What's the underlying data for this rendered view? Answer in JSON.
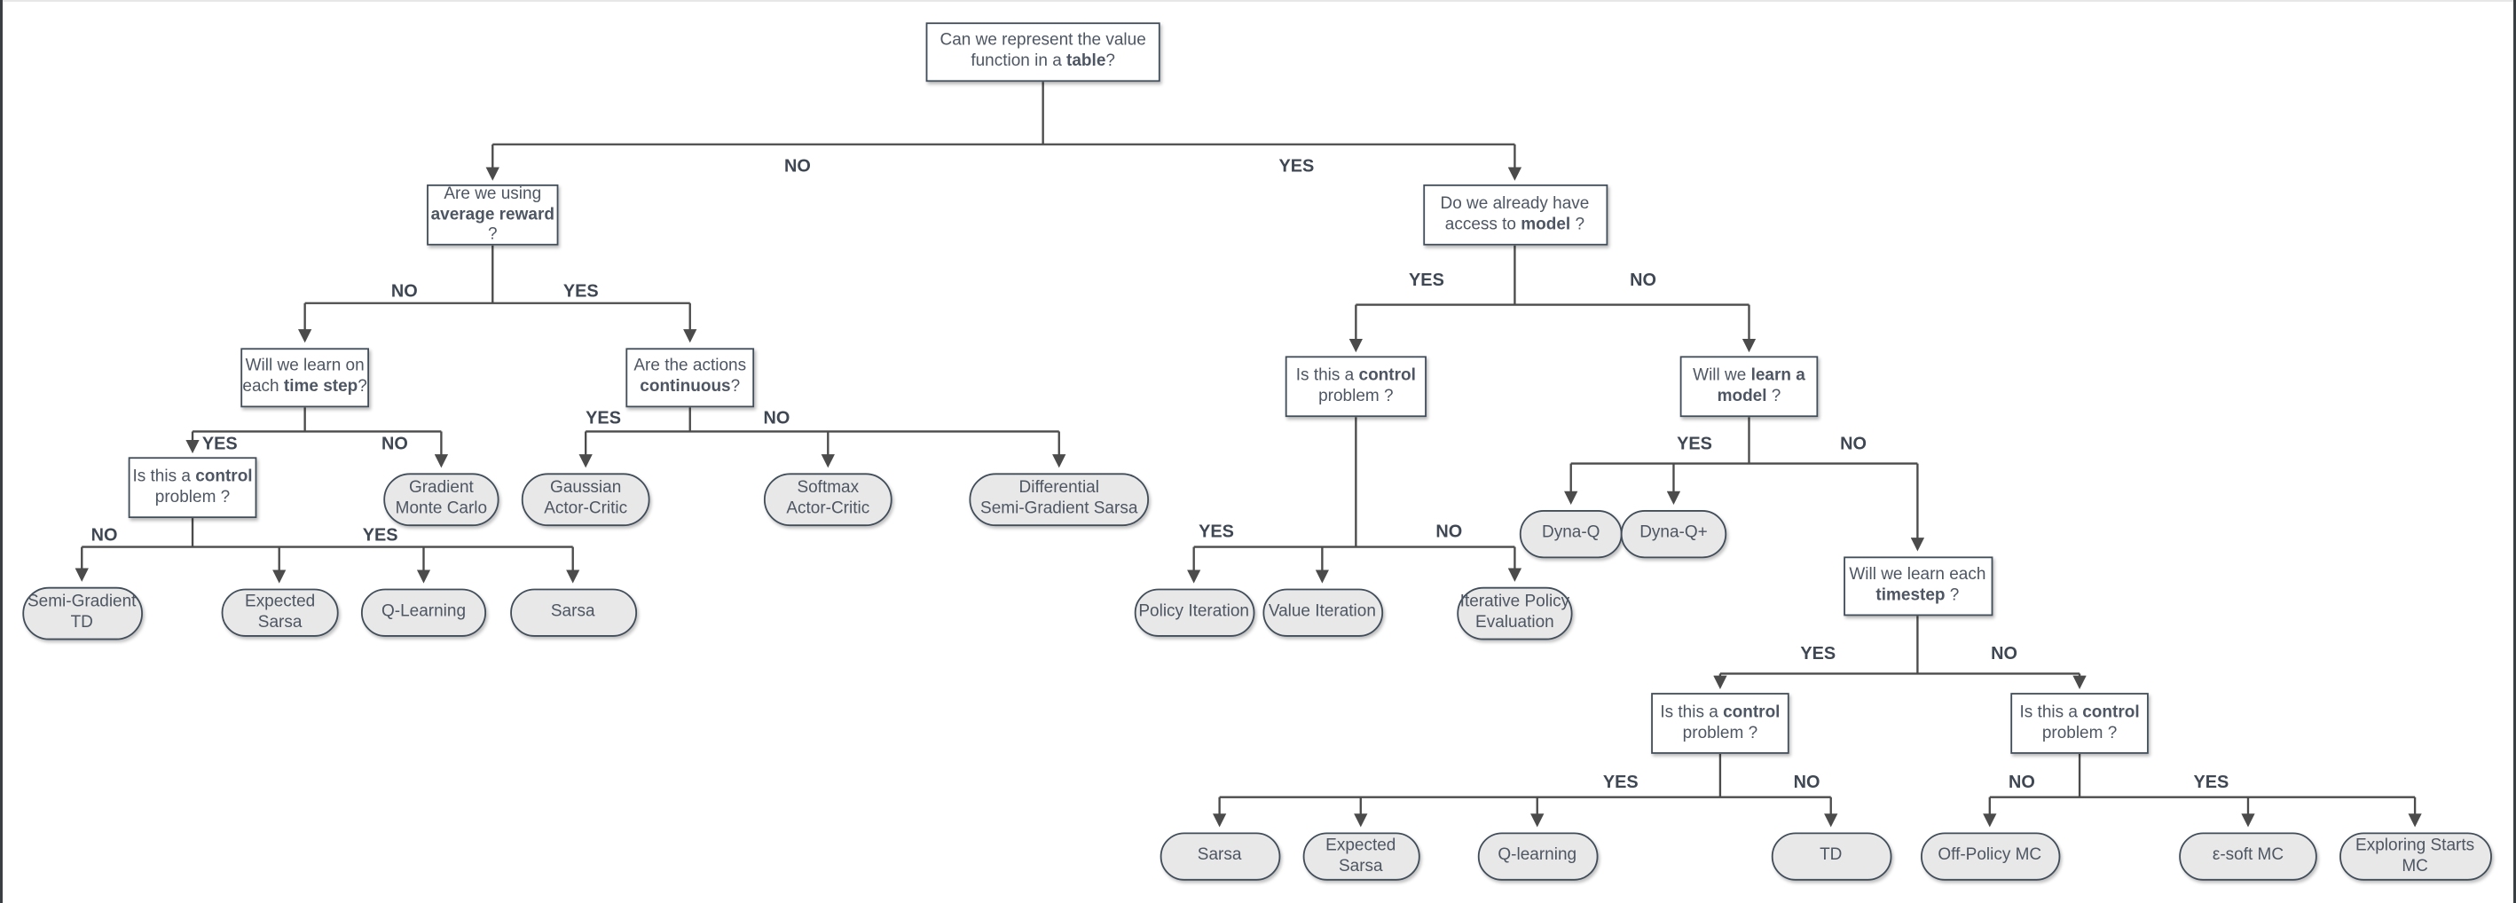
{
  "diagram": {
    "colors": {
      "node_border": "#414d59",
      "question_fill": "#ffffff",
      "terminal_fill": "#e8e8e8",
      "connector": "#4b4b4b",
      "node_text": "#4d5662",
      "label_text": "#3f4753"
    },
    "nodes": {
      "root": {
        "shape": "question",
        "segments": [
          {
            "t": "Can we represent the value\nfunction in a "
          },
          {
            "t": "table",
            "b": true
          },
          {
            "t": "?"
          }
        ]
      },
      "avg_reward": {
        "shape": "question",
        "segments": [
          {
            "t": "Are we using\n"
          },
          {
            "t": "average reward",
            "b": true
          },
          {
            "t": "\n?"
          }
        ]
      },
      "time_step": {
        "shape": "question",
        "segments": [
          {
            "t": "Will we learn on\neach "
          },
          {
            "t": "time step",
            "b": true
          },
          {
            "t": "?"
          }
        ]
      },
      "continuous": {
        "shape": "question",
        "segments": [
          {
            "t": "Are the actions\n"
          },
          {
            "t": "continuous",
            "b": true
          },
          {
            "t": "?"
          }
        ]
      },
      "control_left": {
        "shape": "question",
        "segments": [
          {
            "t": "Is this a "
          },
          {
            "t": "control",
            "b": true
          },
          {
            "t": "\nproblem ?"
          }
        ]
      },
      "model": {
        "shape": "question",
        "segments": [
          {
            "t": "Do we already have\naccess to "
          },
          {
            "t": "model",
            "b": true
          },
          {
            "t": " ?"
          }
        ]
      },
      "control_right": {
        "shape": "question",
        "segments": [
          {
            "t": "Is this a "
          },
          {
            "t": "control",
            "b": true
          },
          {
            "t": "\nproblem ?"
          }
        ]
      },
      "learn_model": {
        "shape": "question",
        "segments": [
          {
            "t": "Will we "
          },
          {
            "t": "learn a",
            "b": true
          },
          {
            "t": "\n"
          },
          {
            "t": "model",
            "b": true
          },
          {
            "t": " ?"
          }
        ]
      },
      "timestep2": {
        "shape": "question",
        "segments": [
          {
            "t": "Will we learn each\n"
          },
          {
            "t": "timestep",
            "b": true
          },
          {
            "t": " ?"
          }
        ]
      },
      "control_bot_left": {
        "shape": "question",
        "segments": [
          {
            "t": "Is this a "
          },
          {
            "t": "control",
            "b": true
          },
          {
            "t": "\nproblem ?"
          }
        ]
      },
      "control_bot_right": {
        "shape": "question",
        "segments": [
          {
            "t": "Is this a "
          },
          {
            "t": "control",
            "b": true
          },
          {
            "t": "\nproblem ?"
          }
        ]
      },
      "gradient_mc": {
        "shape": "terminal",
        "segments": [
          {
            "t": "Gradient\nMonte Carlo"
          }
        ]
      },
      "gaussian_ac": {
        "shape": "terminal",
        "segments": [
          {
            "t": "Gaussian\nActor-Critic"
          }
        ]
      },
      "softmax_ac": {
        "shape": "terminal",
        "segments": [
          {
            "t": "Softmax\nActor-Critic"
          }
        ]
      },
      "diff_sg_sarsa": {
        "shape": "terminal",
        "segments": [
          {
            "t": "Differential\nSemi-Gradient Sarsa"
          }
        ]
      },
      "semi_gradient_td": {
        "shape": "terminal",
        "segments": [
          {
            "t": "Semi-Gradient\nTD"
          }
        ]
      },
      "expected_sarsa": {
        "shape": "terminal",
        "segments": [
          {
            "t": "Expected Sarsa"
          }
        ]
      },
      "q_learning": {
        "shape": "terminal",
        "segments": [
          {
            "t": "Q-Learning"
          }
        ]
      },
      "sarsa": {
        "shape": "terminal",
        "segments": [
          {
            "t": "Sarsa"
          }
        ]
      },
      "policy_iteration": {
        "shape": "terminal",
        "segments": [
          {
            "t": "Policy Iteration"
          }
        ]
      },
      "value_iteration": {
        "shape": "terminal",
        "segments": [
          {
            "t": "Value Iteration"
          }
        ]
      },
      "iterative_policy_evaluation": {
        "shape": "terminal",
        "segments": [
          {
            "t": "Iterative Policy\nEvaluation"
          }
        ]
      },
      "dyna_q": {
        "shape": "terminal",
        "segments": [
          {
            "t": "Dyna-Q"
          }
        ]
      },
      "dyna_q_plus": {
        "shape": "terminal",
        "segments": [
          {
            "t": "Dyna-Q+"
          }
        ]
      },
      "sarsa2": {
        "shape": "terminal",
        "segments": [
          {
            "t": "Sarsa"
          }
        ]
      },
      "expected_sarsa2": {
        "shape": "terminal",
        "segments": [
          {
            "t": "Expected Sarsa"
          }
        ]
      },
      "q_learning2": {
        "shape": "terminal",
        "segments": [
          {
            "t": "Q-learning"
          }
        ]
      },
      "td": {
        "shape": "terminal",
        "segments": [
          {
            "t": "TD"
          }
        ]
      },
      "off_policy_mc": {
        "shape": "terminal",
        "segments": [
          {
            "t": "Off-Policy MC"
          }
        ]
      },
      "e_soft_mc": {
        "shape": "terminal",
        "segments": [
          {
            "t": "ε-soft MC"
          }
        ]
      },
      "exploring_starts_mc": {
        "shape": "terminal",
        "segments": [
          {
            "t": "Exploring Starts MC"
          }
        ]
      }
    },
    "edge_labels": {
      "root_no": "NO",
      "root_yes": "YES",
      "avg_no": "NO",
      "avg_yes": "YES",
      "ts_yes": "YES",
      "ts_no": "NO",
      "ctl_left_no": "NO",
      "ctl_left_yes": "YES",
      "cont_yes": "YES",
      "cont_no": "NO",
      "model_yes": "YES",
      "model_no": "NO",
      "ctl_right_yes": "YES",
      "ctl_right_no": "NO",
      "learn_model_yes": "YES",
      "learn_model_no": "NO",
      "ts2_yes": "YES",
      "ts2_no": "NO",
      "ctl_bl_yes": "YES",
      "ctl_bl_no": "NO",
      "ctl_br_no": "NO",
      "ctl_br_yes": "YES"
    }
  }
}
